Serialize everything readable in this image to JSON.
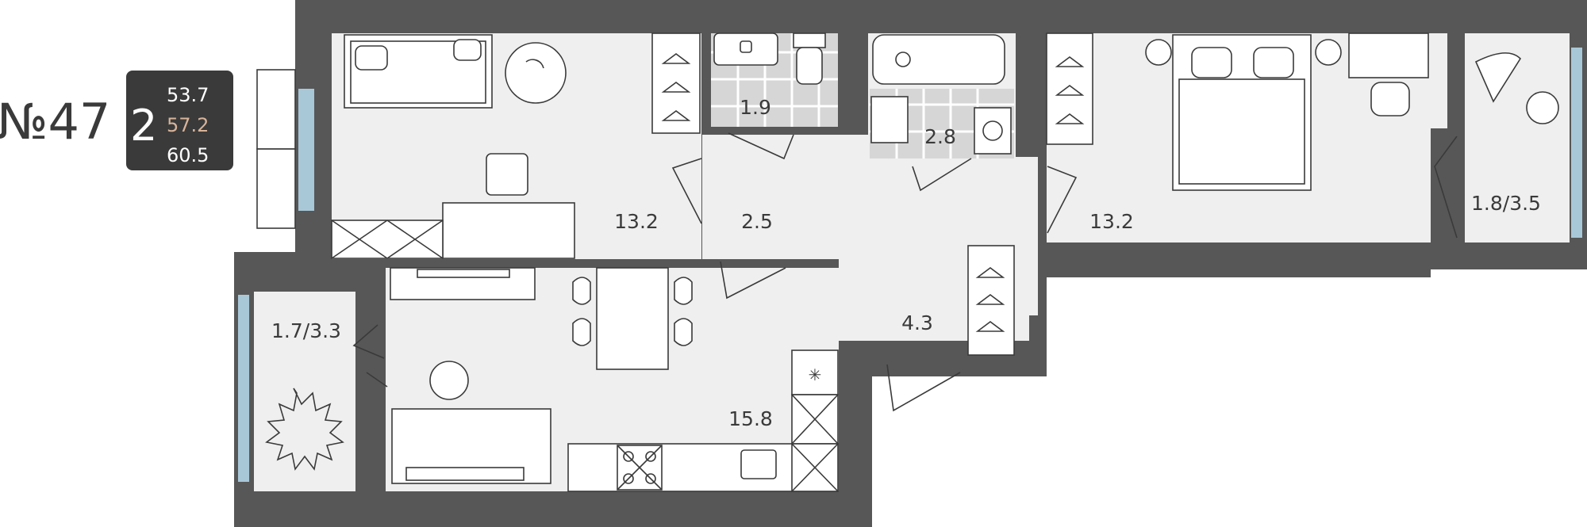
{
  "apartment": {
    "number_label": "№47",
    "rooms": "2",
    "area_living": "53.7",
    "area_total": "57.2",
    "area_with_balcony": "60.5",
    "colors": {
      "wall": "#575757",
      "floor": "#efefef",
      "tile": "#d6d6d6",
      "accent_area": "#d8b49a",
      "badge": "#3a3a3a",
      "window": "#a8c8d8"
    }
  },
  "rooms": [
    {
      "name": "bedroom-left",
      "area": "13.2"
    },
    {
      "name": "wc",
      "area": "1.9"
    },
    {
      "name": "bathroom",
      "area": "2.8"
    },
    {
      "name": "hall-small",
      "area": "2.5"
    },
    {
      "name": "bedroom-right",
      "area": "13.2"
    },
    {
      "name": "balcony-right",
      "area": "1.8/3.5"
    },
    {
      "name": "balcony-left",
      "area": "1.7/3.3"
    },
    {
      "name": "hallway",
      "area": "4.3"
    },
    {
      "name": "kitchen-living",
      "area": "15.8"
    }
  ]
}
